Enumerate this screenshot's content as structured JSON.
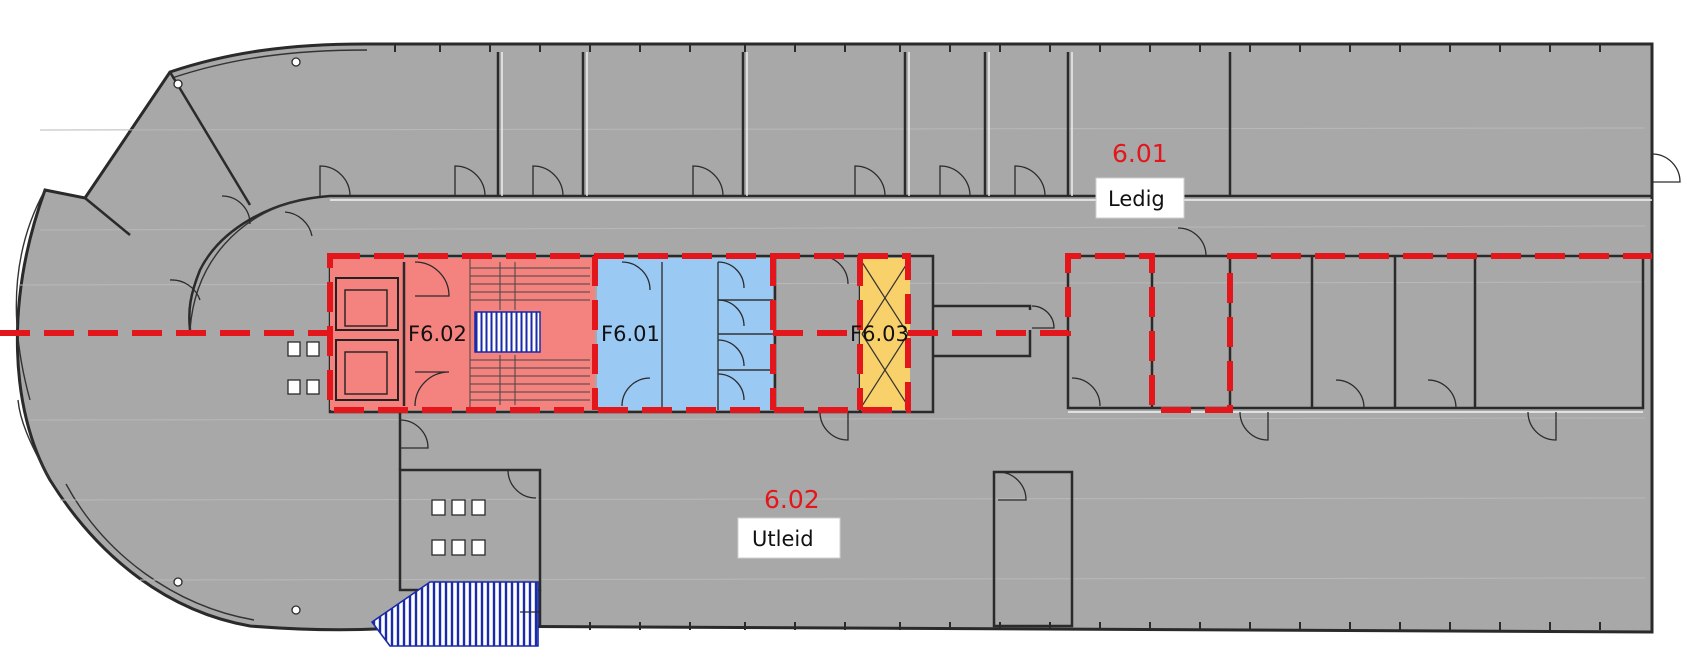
{
  "zones": [
    {
      "id": "zone-6-01",
      "number": "6.01",
      "status": "Ledig"
    },
    {
      "id": "zone-6-02",
      "number": "6.02",
      "status": "Utleid"
    }
  ],
  "core_areas": [
    {
      "id": "core-f6-02",
      "label": "F6.02",
      "color": "#f4827e"
    },
    {
      "id": "core-f6-01",
      "label": "F6.01",
      "color": "#9ac9f4"
    },
    {
      "id": "core-f6-03",
      "label": "F6.03",
      "color": "#f8d16b"
    }
  ],
  "colors": {
    "floor": "#a8a8a8",
    "boundary": "#e3171b",
    "stair_hatch": "#1a2aa8",
    "walls": "#2a2a2a"
  }
}
